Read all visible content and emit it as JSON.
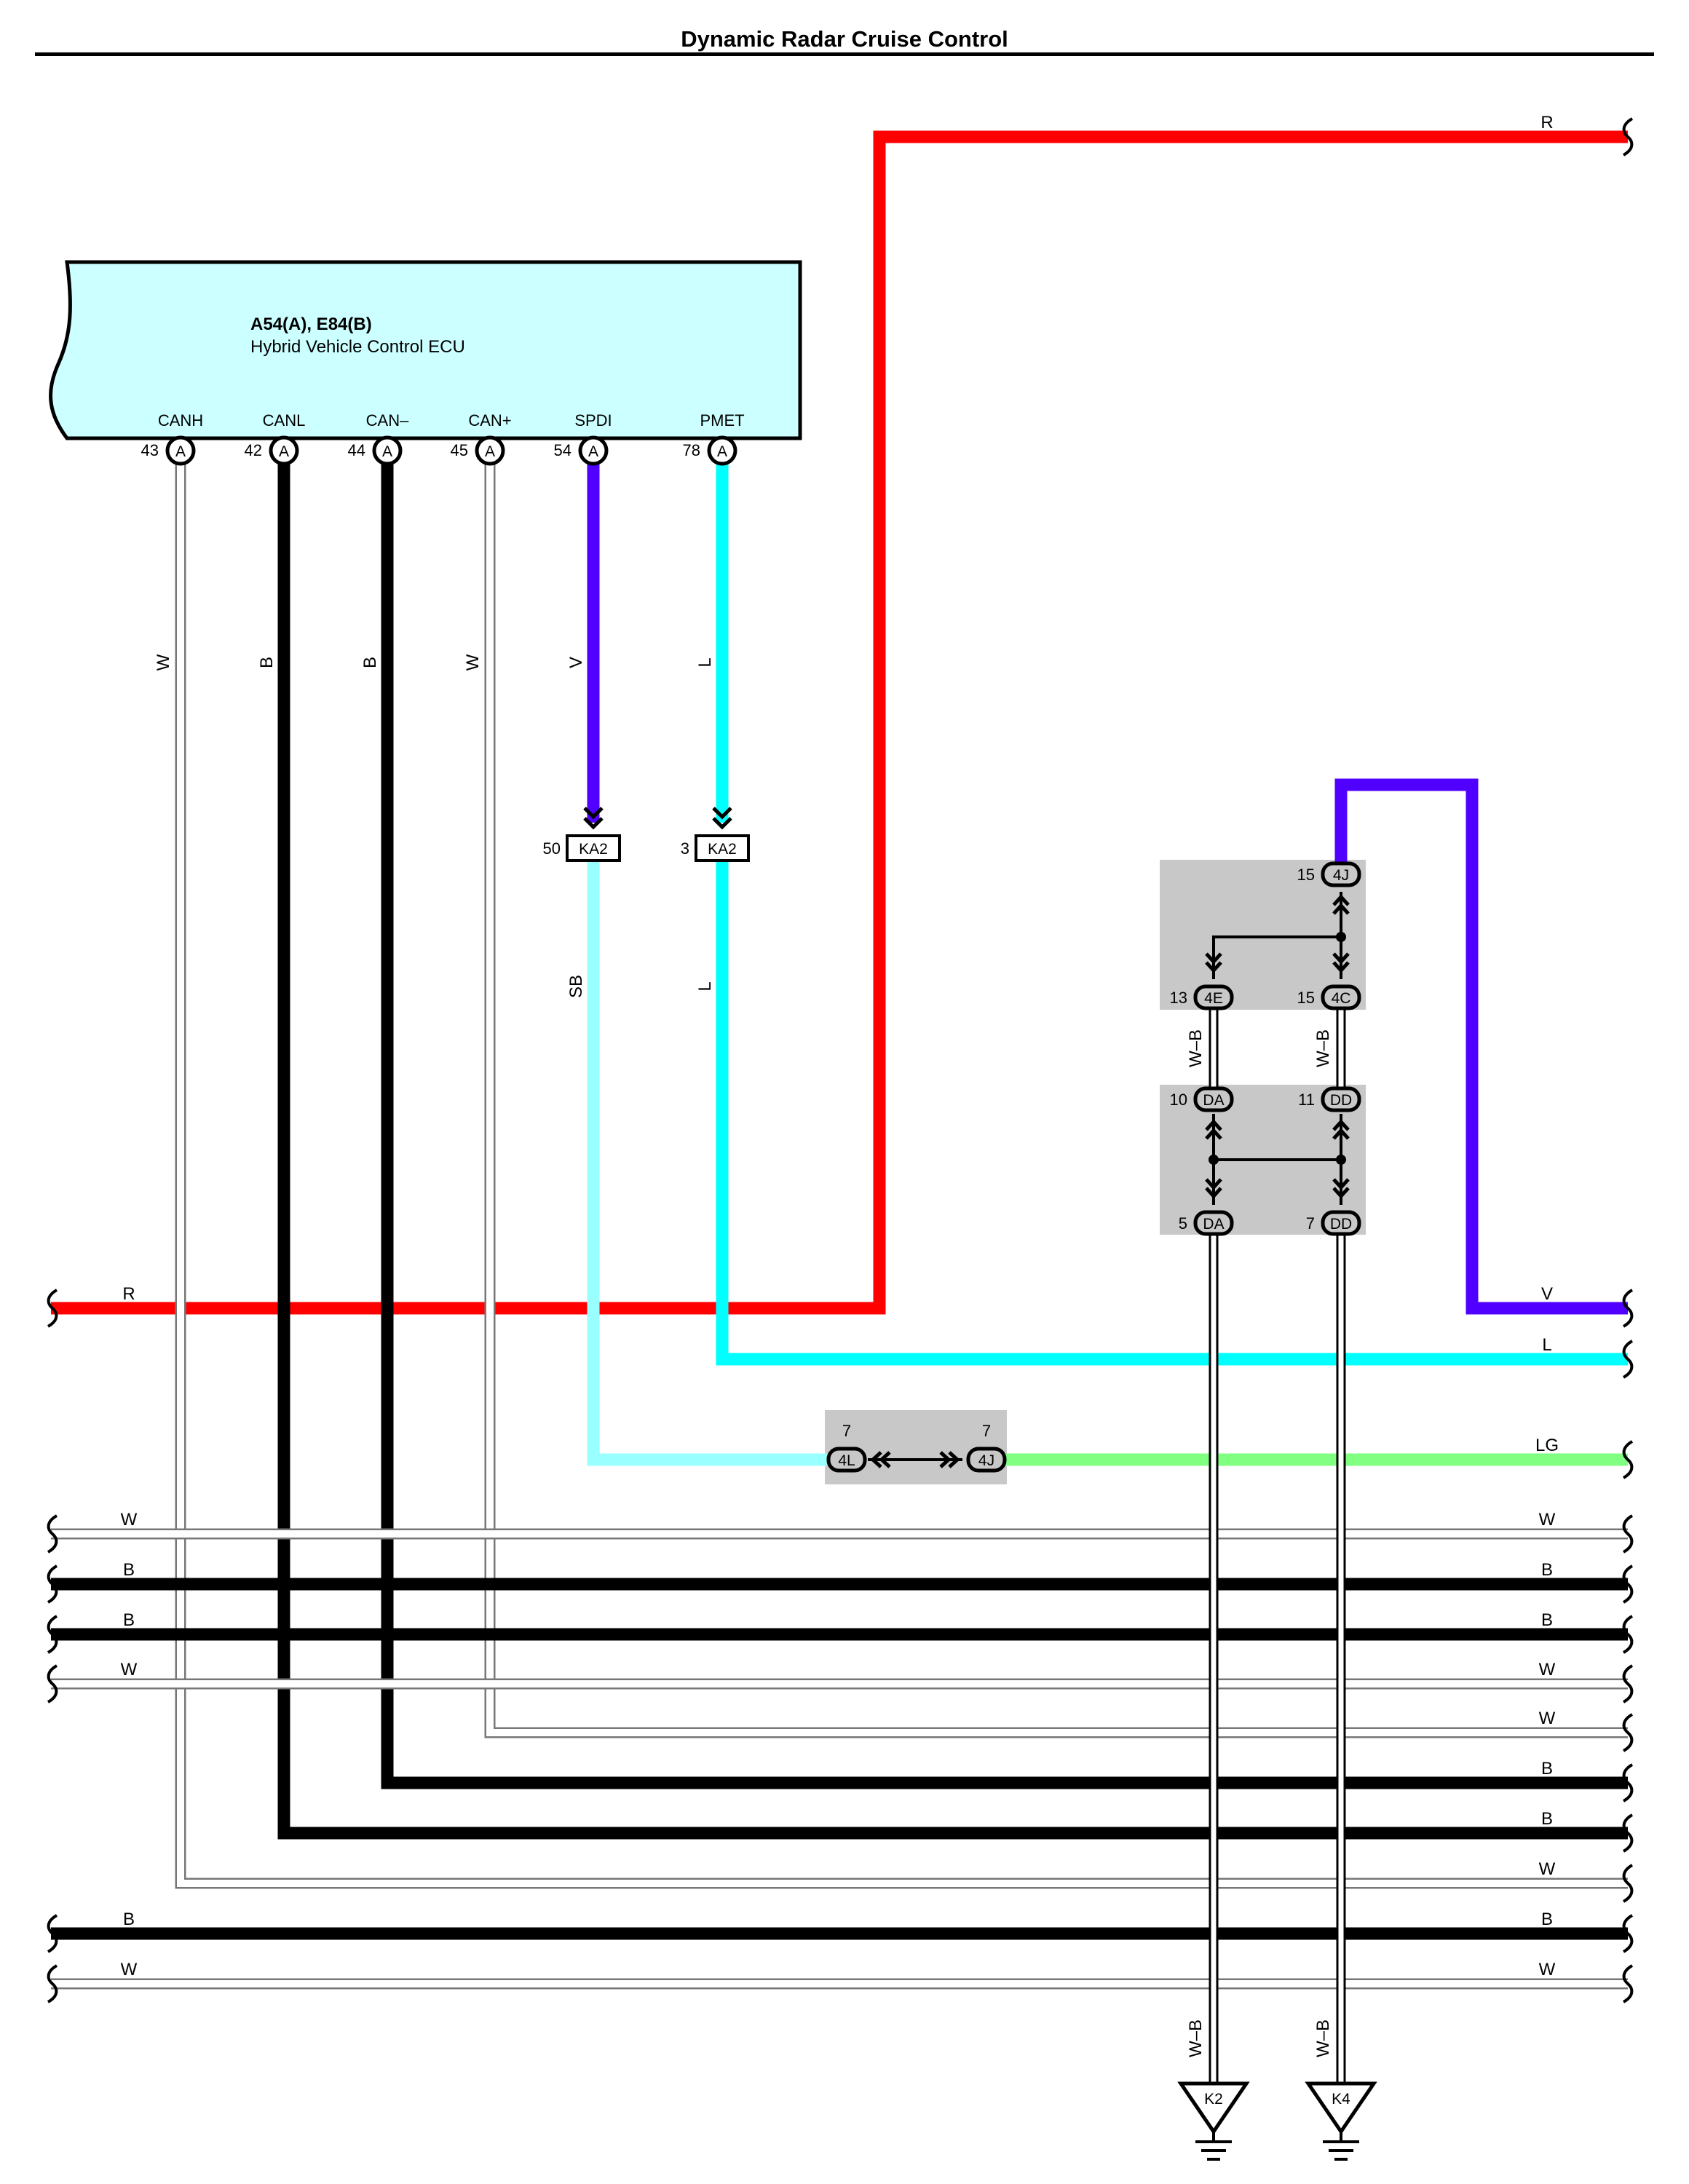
{
  "page": {
    "title": "Dynamic Radar Cruise Control"
  },
  "ecu": {
    "code": "A54(A), E84(B)",
    "name": "Hybrid Vehicle Control ECU",
    "fill": "#ccffff",
    "pins": [
      {
        "name": "CANH",
        "number": "43",
        "connector": "A"
      },
      {
        "name": "CANL",
        "number": "42",
        "connector": "A"
      },
      {
        "name": "CAN–",
        "number": "44",
        "connector": "A"
      },
      {
        "name": "CAN+",
        "number": "45",
        "connector": "A"
      },
      {
        "name": "SPDI",
        "number": "54",
        "connector": "A"
      },
      {
        "name": "PMET",
        "number": "78",
        "connector": "A"
      }
    ]
  },
  "wire_colors": {
    "R": "#ff0000",
    "V": "#5000ff",
    "L": "#00ffff",
    "SB": "#99ffff",
    "LG": "#80ff80",
    "B": "#000000",
    "W": "#ffffff",
    "W-B": "#ffffff"
  },
  "vertical_wire_labels": [
    "W",
    "B",
    "B",
    "W",
    "V",
    "L"
  ],
  "ka2": [
    {
      "pin": "50",
      "label": "KA2"
    },
    {
      "pin": "3",
      "label": "KA2"
    }
  ],
  "lower_vertical_labels": {
    "sb": "SB",
    "l": "L"
  },
  "junction_4": {
    "top": {
      "pin": "15",
      "label": "4J"
    },
    "left": {
      "pin": "13",
      "label": "4E"
    },
    "right": {
      "pin": "15",
      "label": "4C"
    },
    "wire_labels": [
      "W–B",
      "W–B"
    ]
  },
  "junction_d": {
    "top_left": {
      "pin": "10",
      "label": "DA"
    },
    "top_right": {
      "pin": "11",
      "label": "DD"
    },
    "bottom_left": {
      "pin": "5",
      "label": "DA"
    },
    "bottom_right": {
      "pin": "7",
      "label": "DD"
    }
  },
  "junction_lg": {
    "left": {
      "pin": "7",
      "label": "4L"
    },
    "right": {
      "pin": "7",
      "label": "4J"
    }
  },
  "right_labels": {
    "top_r": "R",
    "v": "V",
    "l": "L",
    "lg": "LG",
    "bus": [
      "W",
      "B",
      "B",
      "W",
      "W",
      "B",
      "B",
      "W",
      "B",
      "W"
    ]
  },
  "left_labels": {
    "r": "R",
    "bus": [
      "W",
      "B",
      "B",
      "W",
      "B",
      "W"
    ]
  },
  "grounds": [
    {
      "label": "K2",
      "wire": "W–B"
    },
    {
      "label": "K4",
      "wire": "W–B"
    }
  ]
}
